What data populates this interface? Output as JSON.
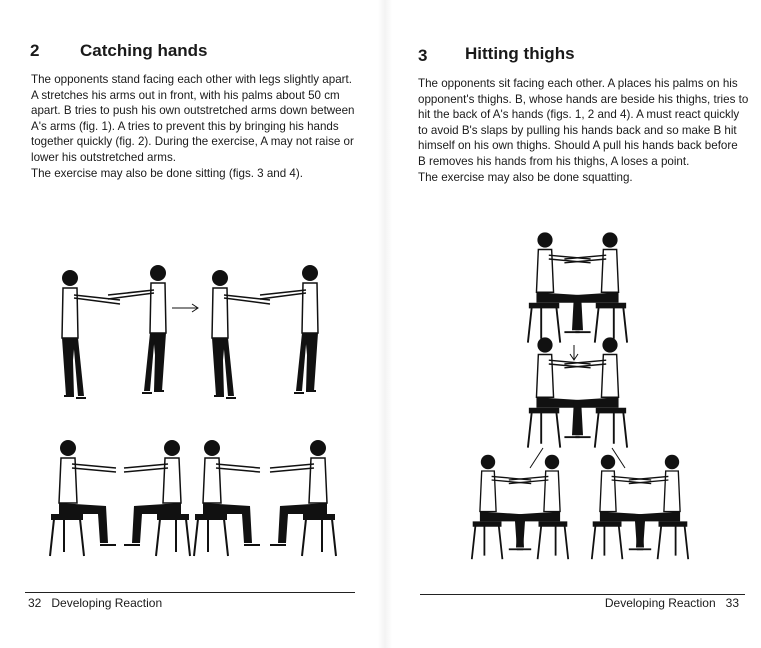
{
  "left_page": {
    "section_number": "2",
    "section_title": "Catching hands",
    "paragraph_lines": [
      "The opponents stand facing each other with legs slightly apart.",
      "A stretches his arms out in front, with his palms about 50 cm",
      "apart. B tries to push his own outstretched arms down between",
      "A's arms (fig. 1). A tries to prevent this by bringing his hands",
      "together quickly (fig. 2). During the exercise, A may not raise or",
      "lower his outstretched arms.",
      "The exercise may also be done sitting (figs. 3 and 4)."
    ],
    "footer": {
      "page_number": "32",
      "running_title": "Developing Reaction"
    }
  },
  "right_page": {
    "section_number": "3",
    "section_title": "Hitting thighs",
    "paragraph_lines": [
      "The opponents sit facing each other. A places his palms on his",
      "opponent's thighs. B, whose hands are beside his thighs, tries to",
      "hit the back of A's hands (figs. 1, 2 and 4). A must react quickly",
      "to avoid B's slaps by pulling his hands back and so make B hit",
      "himself on his own thighs. Should A pull his hands back before",
      "B removes his hands from his thighs, A loses a point.",
      "The exercise may also be done squatting."
    ],
    "footer": {
      "page_number": "33",
      "running_title": "Developing Reaction"
    }
  }
}
